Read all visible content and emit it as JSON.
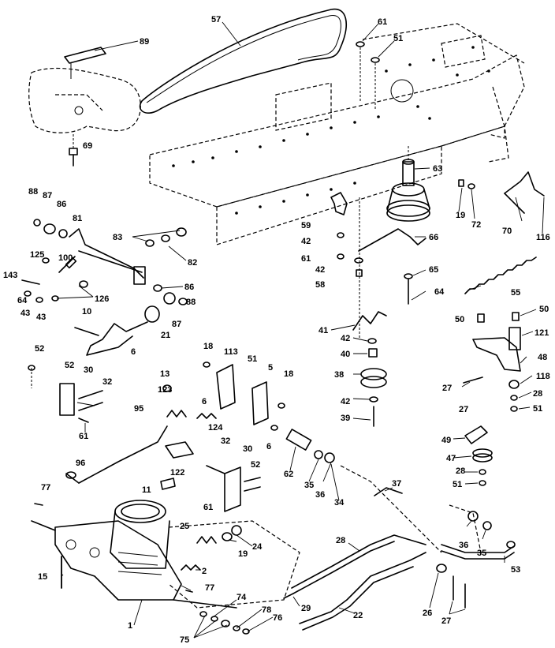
{
  "labels": [
    "89",
    "57",
    "61",
    "51",
    "69",
    "63",
    "88",
    "87",
    "86",
    "81",
    "83",
    "59",
    "19",
    "72",
    "66",
    "70",
    "116",
    "125",
    "100",
    "82",
    "42",
    "143",
    "64",
    "61",
    "42",
    "86",
    "65",
    "58",
    "126",
    "43",
    "43",
    "88",
    "10",
    "87",
    "64",
    "55",
    "21",
    "41",
    "42",
    "50",
    "50",
    "121",
    "52",
    "6",
    "18",
    "113",
    "51",
    "5",
    "40",
    "48",
    "52",
    "30",
    "13",
    "18",
    "118",
    "32",
    "123",
    "38",
    "27",
    "28",
    "95",
    "6",
    "124",
    "42",
    "51",
    "61",
    "39",
    "49",
    "6",
    "62",
    "32",
    "30",
    "47",
    "96",
    "122",
    "35",
    "52",
    "36",
    "28",
    "34",
    "37",
    "51",
    "77",
    "11",
    "61",
    "25",
    "36",
    "35",
    "24",
    "19",
    "28",
    "2",
    "53",
    "15",
    "77",
    "74",
    "78",
    "29",
    "26",
    "27",
    "1",
    "22",
    "76",
    "75",
    "27"
  ],
  "icons": {
    "belt": "drive-belt-icon",
    "frame": "chassis-frame-icon",
    "engine": "engine-transaxle-icon"
  }
}
